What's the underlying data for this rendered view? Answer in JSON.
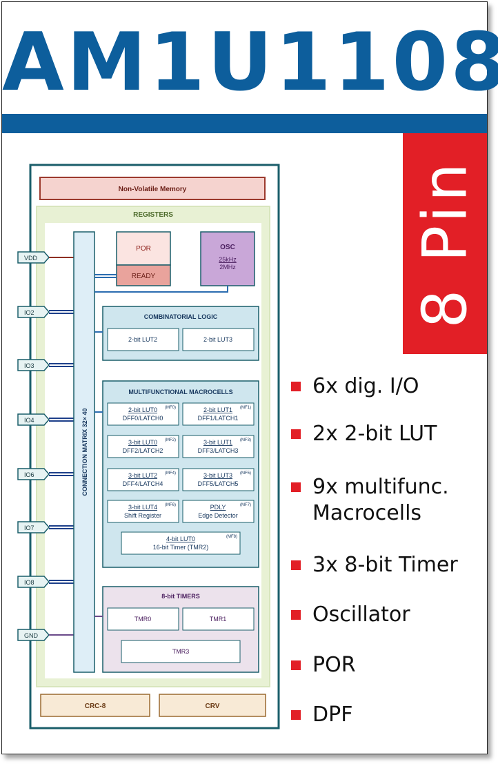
{
  "title": "AM1U1108",
  "pin_badge": "8 Pin",
  "colors": {
    "brand_blue": "#0d5e9c",
    "accent_red": "#e21f26"
  },
  "features": [
    {
      "label": "6x dig. I/O"
    },
    {
      "label": "2x 2-bit LUT"
    },
    {
      "label": "9x multifunc.\nMacrocells"
    },
    {
      "label": "3x 8-bit Timer"
    },
    {
      "label": "Oscillator"
    },
    {
      "label": "POR"
    },
    {
      "label": "DPF"
    }
  ],
  "diagram": {
    "nvm": "Non-Volatile Memory",
    "registers": "REGISTERS",
    "matrix": "CONNECTION MATRIX  32× 40",
    "por": "POR",
    "ready": "READY",
    "osc": {
      "title": "OSC",
      "f1": "25kHz",
      "f2": "2MHz"
    },
    "comb": {
      "title": "COMBINATORIAL LOGIC",
      "lut2": "2-bit LUT2",
      "lut3": "2-bit LUT3"
    },
    "mf": {
      "title": "MULTIFUNCTIONAL MACROCELLS",
      "cells": [
        {
          "l1": "2-bit LUT0",
          "l2": "DFF0/LATCH0",
          "tag": "(MF0)"
        },
        {
          "l1": "2-bit LUT1",
          "l2": "DFF1/LATCH1",
          "tag": "(MF1)"
        },
        {
          "l1": "3-bit LUT0",
          "l2": "DFF2/LATCH2",
          "tag": "(MF2)"
        },
        {
          "l1": "3-bit LUT1",
          "l2": "DFF3/LATCH3",
          "tag": "(MF3)"
        },
        {
          "l1": "3-bit LUT2",
          "l2": "DFF4/LATCH4",
          "tag": "(MF4)"
        },
        {
          "l1": "3-bit LUT3",
          "l2": "DFF5/LATCH5",
          "tag": "(MF5)"
        },
        {
          "l1": "3-bit LUT4",
          "l2": "Shift Register",
          "tag": "(MF6)"
        },
        {
          "l1": "PDLY",
          "l2": "Edge Detector",
          "tag": "(MF7)"
        },
        {
          "l1": "4-bit LUT0",
          "l2": "16-bit Timer (TMR2)",
          "tag": "(MF8)"
        }
      ]
    },
    "timers": {
      "title": "8-bit TIMERS",
      "t0": "TMR0",
      "t1": "TMR1",
      "t3": "TMR3"
    },
    "crc": "CRC-8",
    "crv": "CRV",
    "pins": [
      "VDD",
      "IO2",
      "IO3",
      "IO4",
      "IO6",
      "IO7",
      "IO8",
      "GND"
    ]
  }
}
